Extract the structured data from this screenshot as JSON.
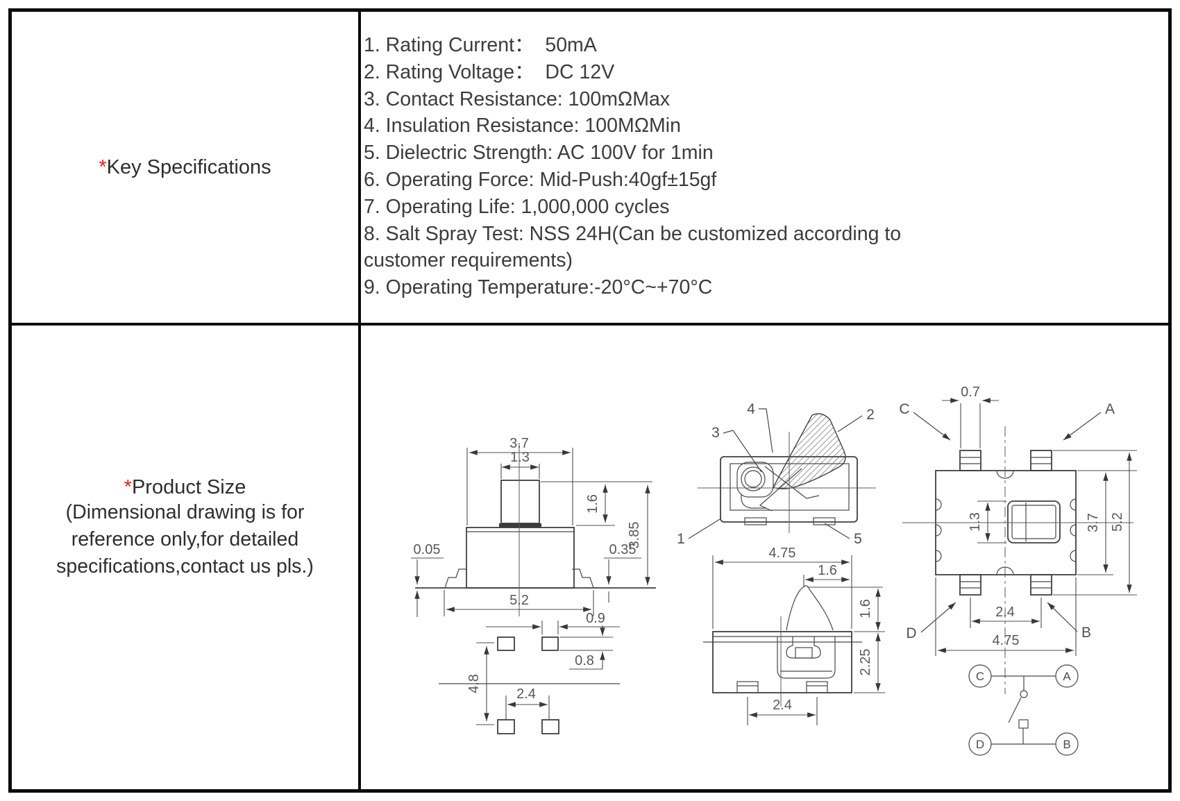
{
  "table": {
    "row1": {
      "asterisk": "*",
      "title": "Key Specifications",
      "specs": [
        "1. Rating Current：  50mA",
        "2. Rating Voltage：  DC 12V",
        "3. Contact Resistance: 100mΩMax",
        "4. Insulation Resistance: 100MΩMin",
        "5. Dielectric Strength: AC 100V for 1min",
        "6. Operating Force: Mid-Push:40gf±15gf",
        "7. Operating Life: 1,000,000 cycles",
        "8. Salt Spray Test: NSS 24H(Can be customized according to",
        "customer requirements)",
        "9. Operating Temperature:-20°C~+70°C"
      ]
    },
    "row2": {
      "asterisk": "*",
      "title": "Product Size",
      "note_lines": [
        "(Dimensional drawing is for",
        "reference only,for detailed",
        "specifications,contact us pls.)"
      ]
    }
  },
  "drawings": {
    "front_view": {
      "cover_width": "3.7",
      "stem_width": "1.3",
      "stem_height": "1.6",
      "total_height": "3.85",
      "standoff": "0.05",
      "foot_height": "0.35",
      "base_width": "5.2"
    },
    "land_pattern": {
      "pad_width": "0.9",
      "pad_height": "0.8",
      "row_pitch": "4.8",
      "col_pitch": "2.4"
    },
    "section_view": {
      "part_labels": [
        "1",
        "2",
        "3",
        "4",
        "5"
      ]
    },
    "side_view": {
      "body_width": "4.75",
      "lever_offset": "1.6",
      "lever_height": "1.6",
      "body_height": "2.25",
      "pad_pitch": "2.4"
    },
    "top_view": {
      "pin_width": "0.7",
      "stem_width": "1.3",
      "body_height": "3.7",
      "overall_height": "5.2",
      "pin_pitch": "2.4",
      "body_width": "4.75",
      "terminal_c": "C",
      "terminal_a": "A",
      "terminal_d": "D",
      "terminal_b": "B"
    },
    "circuit": {
      "terminal_c": "C",
      "terminal_a": "A",
      "terminal_d": "D",
      "terminal_b": "B"
    }
  }
}
